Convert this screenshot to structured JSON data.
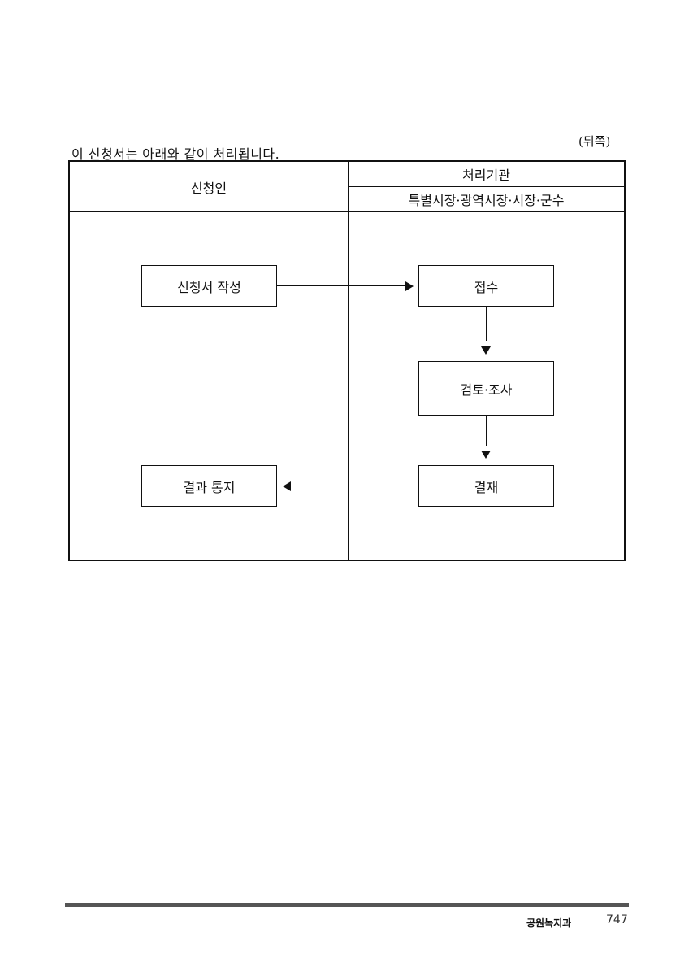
{
  "page_side": "(뒤쪽)",
  "intro": "이 신청서는 아래와 같이 처리됩니다.",
  "table": {
    "applicant_header": "신청인",
    "agency_header": "처리기관",
    "agency_sub": "특별시장·광역시장·시장·군수"
  },
  "steps": {
    "write": "신청서 작성",
    "receive": "접수",
    "review": "검토·조사",
    "approve": "결재",
    "notify": "결과 통지"
  },
  "footer": {
    "department": "공원녹지과",
    "page_number": "747"
  }
}
